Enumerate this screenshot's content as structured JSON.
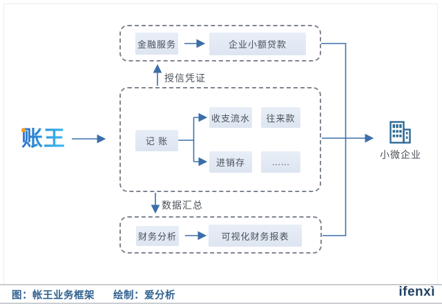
{
  "diagram": {
    "logo_text": "账王",
    "nodes": {
      "finance": "金融服务",
      "loan": "企业小额贷款",
      "bookkeeping": "记 账",
      "flow": "收支流水",
      "receivables": "往来款",
      "inventory": "进销存",
      "more": "……",
      "analysis": "财务分析",
      "report": "可视化财务报表"
    },
    "edge_labels": {
      "credit": "授信凭证",
      "aggregate": "数据汇总"
    },
    "target": {
      "label": "小微企业",
      "icon": "building-icon"
    },
    "colors": {
      "node_fill": "#e2e9f3",
      "node_text": "#4a5058",
      "dashed_border": "#7e858f",
      "connector": "#3a6fa8",
      "building_icon": "#2d6a96",
      "logo_blue_start": "#2a6cc9",
      "logo_blue_end": "#41c0f0",
      "logo_accent": "#f6a21d"
    }
  },
  "footer": {
    "caption_figure": "图：帐王业务框架",
    "caption_credit": "绘制：爱分析",
    "brand": "ifenxì",
    "caption_color": "#30618f"
  }
}
